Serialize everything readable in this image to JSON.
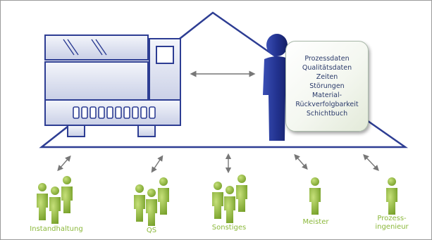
{
  "process_data_items": [
    "Prozessdaten",
    "Qualitätsdaten",
    "Zeiten",
    "Störungen",
    "Material-",
    "Rückverfolgbarkeit",
    "Schichtbuch"
  ],
  "groups": [
    {
      "label": "Instandhaltung"
    },
    {
      "label": "QS"
    },
    {
      "label": "Sonstiges"
    },
    {
      "label": "Meister"
    },
    {
      "label": "Prozess-\ningenieur"
    }
  ],
  "colors": {
    "frame": "#2d3d93",
    "person_blue": "#1f2e86",
    "group_green": "#8bb83a",
    "arrow": "#777777"
  }
}
